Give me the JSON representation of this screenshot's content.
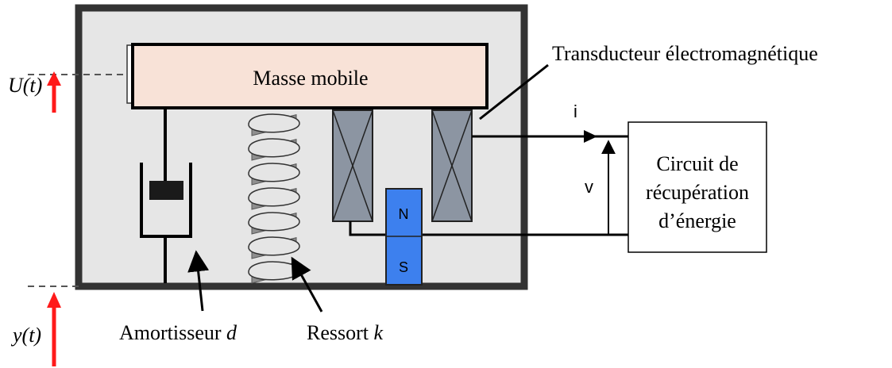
{
  "mass_label": "Masse mobile",
  "transducer_label": "Transducteur électromagnétique",
  "circuit_label": {
    "line1": "Circuit de",
    "line2": "récupération",
    "line3": "d’énergie"
  },
  "damper_label": {
    "prefix": "Amortisseur ",
    "symbol": "d"
  },
  "spring_label": {
    "prefix": "Ressort ",
    "symbol": "k"
  },
  "magnet_poles": {
    "north": "N",
    "south": "S"
  },
  "current_label": "i",
  "voltage_label": "v",
  "mass_displacement_label": "U(t)",
  "base_displacement_label": "y(t)",
  "colors": {
    "housing_fill": "#e6e6e6",
    "mass_fill": "#f8e2d7",
    "coil_fill": "#8c95a2",
    "magnet_fill": "#3d80ee",
    "arrow_red": "#ff1a1a",
    "spring_fill": "#e5e5e5",
    "spring_shade": "#8f8f8f"
  }
}
